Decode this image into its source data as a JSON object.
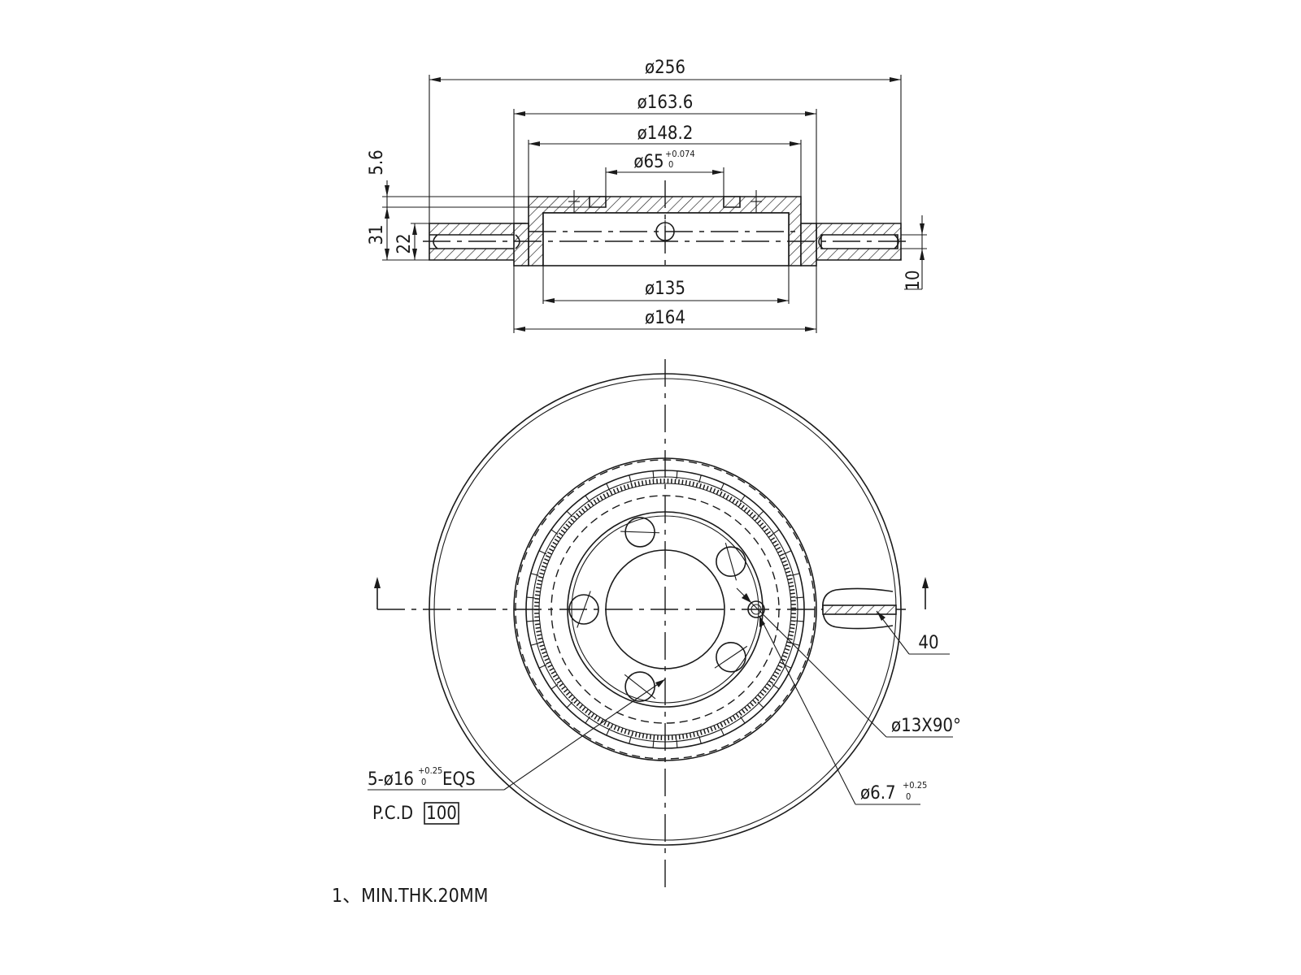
{
  "dimensions": {
    "d256": "ø256",
    "d163_6": "ø163.6",
    "d148_2": "ø148.2",
    "d65": "ø65",
    "d65_tol_upper": "+0.074",
    "d65_tol_lower": "0",
    "d135": "ø135",
    "d164": "ø164",
    "h5_6": "5.6",
    "h31": "31",
    "h22": "22",
    "h10": "10",
    "r40": "40",
    "chamfer": "ø13X90°",
    "small_hole": "ø6.7",
    "small_hole_tol_upper": "+0.25",
    "small_hole_tol_lower": "0",
    "bolt_holes": "5-ø16",
    "bolt_holes_tol_upper": "+0.25",
    "bolt_holes_tol_lower": "0",
    "bolt_holes_suffix": "EQS",
    "pcd_label": "P.C.D",
    "pcd_value": "100"
  },
  "notes": {
    "note1": "1、MIN.THK.20MM"
  },
  "colors": {
    "line": "#1a1a1a",
    "background": "#ffffff"
  }
}
